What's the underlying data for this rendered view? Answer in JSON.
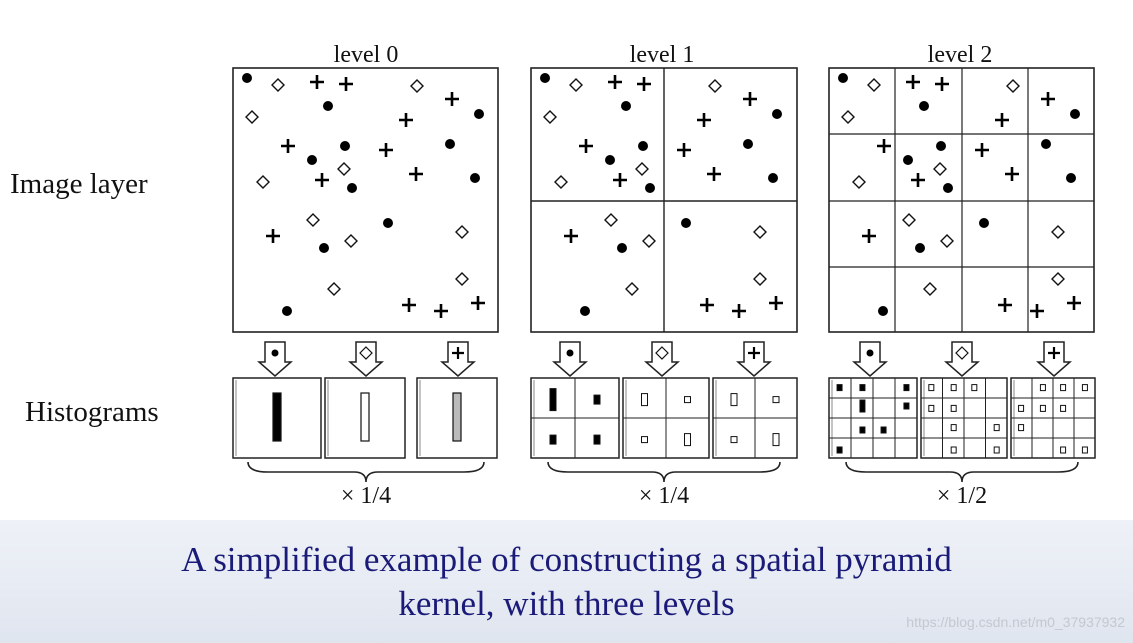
{
  "levels": [
    {
      "label": "level 0",
      "scale": "× 1/4"
    },
    {
      "label": "level 1",
      "scale": "× 1/4"
    },
    {
      "label": "level 2",
      "scale": "× 1/2"
    }
  ],
  "rows": {
    "image_layer": "Image layer",
    "histograms": "Histograms"
  },
  "feature_types": [
    "dot-icon",
    "diamond-icon",
    "plus-icon"
  ],
  "caption": {
    "line1": "A simplified example of constructing a spatial pyramid",
    "line2": "kernel, with three levels"
  },
  "watermark": "https://blog.csdn.net/m0_37937932",
  "colors": {
    "caption": "#1a1a78",
    "line": "#222222",
    "band": "#e7ebf3"
  }
}
